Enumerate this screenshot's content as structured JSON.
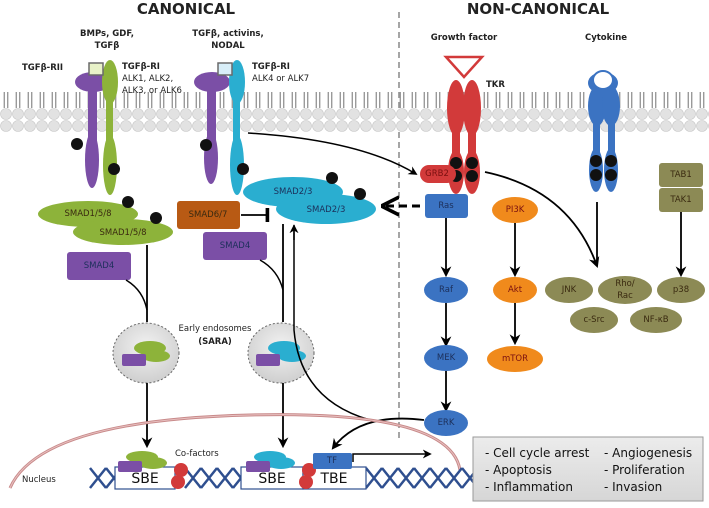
{
  "sections": {
    "canonical_title": "CANONICAL",
    "noncanonical_title": "NON-CANONICAL"
  },
  "ligands": {
    "bmp": [
      "BMPs, GDF,",
      "TGFβ"
    ],
    "tgfb": [
      "TGFβ, activins,",
      "NODAL"
    ],
    "growth_factor": "Growth factor",
    "cytokine": "Cytokine"
  },
  "receptors": {
    "rii": "TGFβ-RII",
    "ri_bmp_title": "TGFβ-RI",
    "ri_bmp_alk": [
      "ALK1, ALK2,",
      "ALK3, or ALK6"
    ],
    "ri_tgfb_title": "TGFβ-RI",
    "ri_tgfb_alk": "ALK4 or ALK7",
    "tkr": "TKR"
  },
  "smads": {
    "smad158_a": "SMAD1/5/8",
    "smad158_b": "SMAD1/5/8",
    "smad4_left": "SMAD4",
    "smad67": "SMAD6/7",
    "smad4_right": "SMAD4",
    "smad23_a": "SMAD2/3",
    "smad23_b": "SMAD2/3"
  },
  "endosome": {
    "label": "Early endosomes",
    "sara": "(SARA)"
  },
  "noncanonical_nodes": {
    "grb2": "GRB2",
    "ras": "Ras",
    "raf": "Raf",
    "mek": "MEK",
    "erk": "ERK",
    "pi3k": "PI3K",
    "akt": "Akt",
    "mtor": "mTOR",
    "tab1": "TAB1",
    "tak1": "TAK1",
    "jnk": "JNK",
    "rho_rac": [
      "Rho/",
      "Rac"
    ],
    "p38": "p38",
    "csrc": "c-Src",
    "nfkb": "NF-κB"
  },
  "nucleus": {
    "label": "Nucleus",
    "cofactors": "Co-factors",
    "sbe1": "SBE",
    "sbe2": "SBE",
    "tbe": "TBE",
    "tf": "TF"
  },
  "outcomes": {
    "left": [
      "- Cell cycle arrest",
      "- Apoptosis",
      "- Inflammation"
    ],
    "right": [
      "- Angiogenesis",
      "- Proliferation",
      "- Invasion"
    ]
  },
  "colors": {
    "purple": "#7b4fa6",
    "green": "#8db33a",
    "cyan": "#2aaed0",
    "red": "#d23a3a",
    "blue": "#3b73c2",
    "orange": "#f08a1c",
    "olive": "#8c8a55",
    "brown": "#b85a14"
  }
}
